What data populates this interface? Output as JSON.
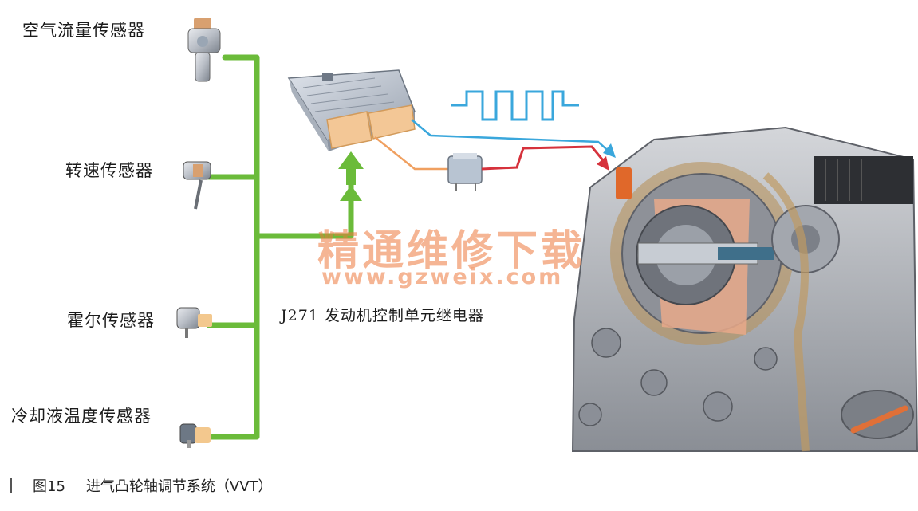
{
  "sensors": [
    {
      "label": "空气流量传感器"
    },
    {
      "label": "转速传感器"
    },
    {
      "label": "霍尔传感器"
    },
    {
      "label": "冷却液温度传感器"
    }
  ],
  "ecu_label": "J271 发动机控制单元继电器",
  "watermark": {
    "text": "精通维修下载",
    "url": "www.gzweix.com"
  },
  "caption": {
    "figure": "图15",
    "title": "进气凸轮轴调节系统（VVT）"
  },
  "colors": {
    "signal_line": "#6bbb3a",
    "pwm_signal": "#3aa7dc",
    "relay_line": "#f0a060",
    "power_line": "#d6323c",
    "watermark": "#ec7c3c"
  },
  "icons": [
    "air-flow-sensor-icon",
    "speed-sensor-icon",
    "hall-sensor-icon",
    "coolant-temp-sensor-icon",
    "ecu-icon",
    "relay-icon",
    "camshaft-adjuster-icon"
  ]
}
